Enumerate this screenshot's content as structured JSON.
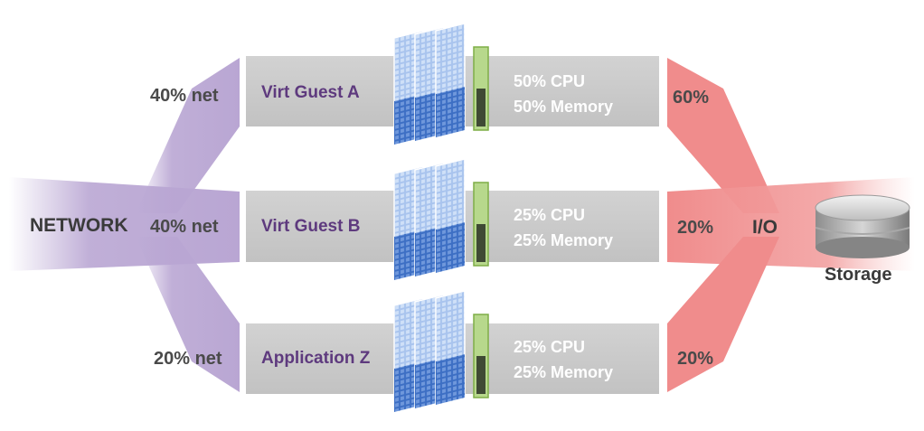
{
  "network": {
    "label": "NETWORK"
  },
  "io": {
    "label": "I/O"
  },
  "storage": {
    "label": "Storage"
  },
  "rows": [
    {
      "net": "40% net",
      "guest": "Virt Guest A",
      "cpu": "50% CPU",
      "memory": "50% Memory",
      "io": "60%"
    },
    {
      "net": "40% net",
      "guest": "Virt Guest B",
      "cpu": "25% CPU",
      "memory": "25% Memory",
      "io": "20%"
    },
    {
      "net": "20% net",
      "guest": "Application Z",
      "cpu": "25% CPU",
      "memory": "25% Memory",
      "io": "20%"
    }
  ],
  "colors": {
    "network_fan": "#b9a6d3",
    "io_fan": "#f08c8c",
    "bar": "#c8c8c8",
    "guest_text": "#5e3a7e",
    "server_blue": "#8fb3e8",
    "card_green": "#8dbd52"
  }
}
